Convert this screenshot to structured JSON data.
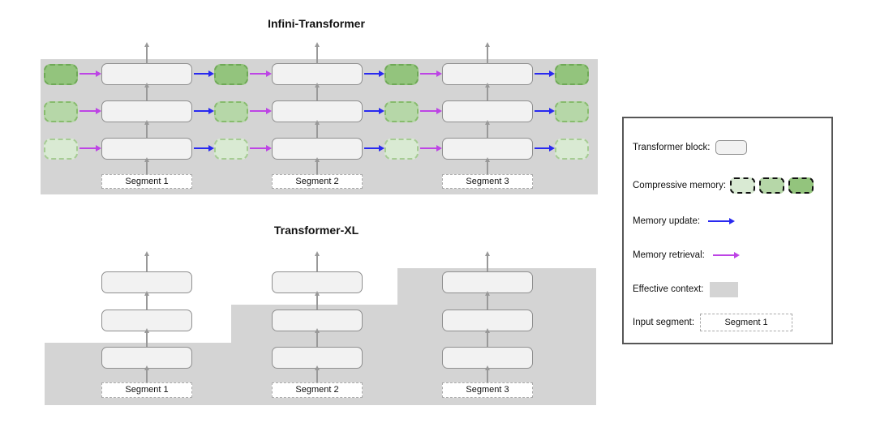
{
  "infini": {
    "title": "Infini-Transformer",
    "segments": [
      {
        "label": "Segment 1"
      },
      {
        "label": "Segment 2"
      },
      {
        "label": "Segment 3"
      }
    ]
  },
  "xl": {
    "title": "Transformer-XL",
    "segments": [
      {
        "label": "Segment 1"
      },
      {
        "label": "Segment 2"
      },
      {
        "label": "Segment 3"
      }
    ]
  },
  "legend": {
    "transformer_block_label": "Transformer block:",
    "compressive_memory_label": "Compressive memory:",
    "memory_update_label": "Memory update:",
    "memory_retrieval_label": "Memory retrieval:",
    "effective_context_label": "Effective context:",
    "input_segment_label": "Input segment:",
    "input_segment_value": "Segment 1"
  },
  "colors": {
    "effective_context": "#d4d4d4",
    "block_fill": "#f2f2f2",
    "block_border": "#8f8f8f",
    "vertical_arrow": "#999999",
    "memory_update_arrow": "#2929f0",
    "memory_retrieval_arrow": "#bd44e5",
    "memory_dark_fill": "#93c47d",
    "memory_dark_border": "#6fa957",
    "memory_mid_fill": "#b6d7a8",
    "memory_mid_border": "#87bb6d",
    "memory_light_fill": "#d9ead3",
    "memory_light_border": "#a6cc93",
    "segment_border": "#aaaaaa",
    "legend_border": "#565656",
    "text": "#111111"
  }
}
